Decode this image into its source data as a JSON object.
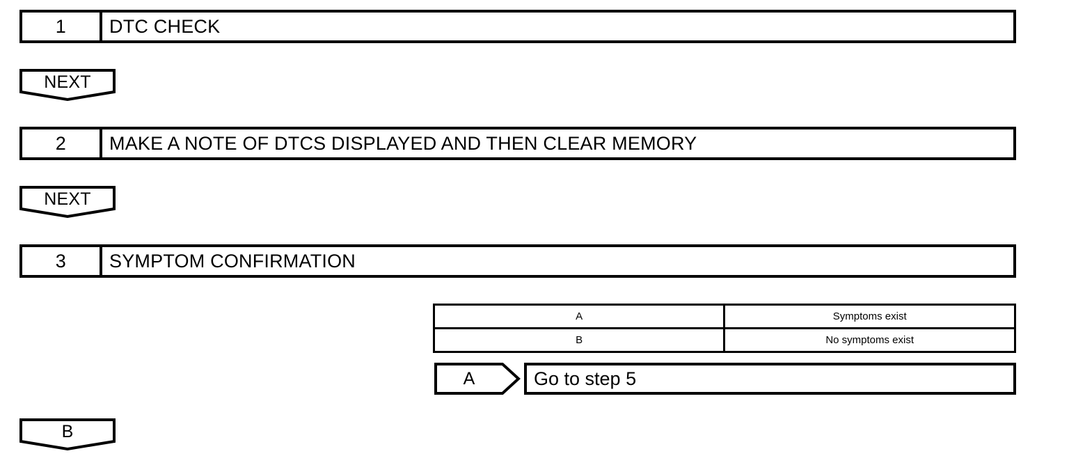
{
  "diagram": {
    "title": "DTC diagnostic procedure flow",
    "line_color": "#000000",
    "background_color": "#ffffff"
  },
  "steps": [
    {
      "number": "1",
      "title": "DTC CHECK"
    },
    {
      "number": "2",
      "title": "MAKE A NOTE OF DTCS DISPLAYED AND THEN CLEAR MEMORY"
    },
    {
      "number": "3",
      "title": "SYMPTOM CONFIRMATION"
    }
  ],
  "connectors": [
    {
      "id": "next-1",
      "label": "NEXT"
    },
    {
      "id": "next-2",
      "label": "NEXT"
    },
    {
      "id": "branch-b",
      "label": "B"
    }
  ],
  "result_table": {
    "rows": [
      {
        "key": "A",
        "value": "Symptoms exist"
      },
      {
        "key": "B",
        "value": "No symptoms exist"
      }
    ]
  },
  "branch": {
    "tag": "A",
    "action": "Go to step 5"
  }
}
